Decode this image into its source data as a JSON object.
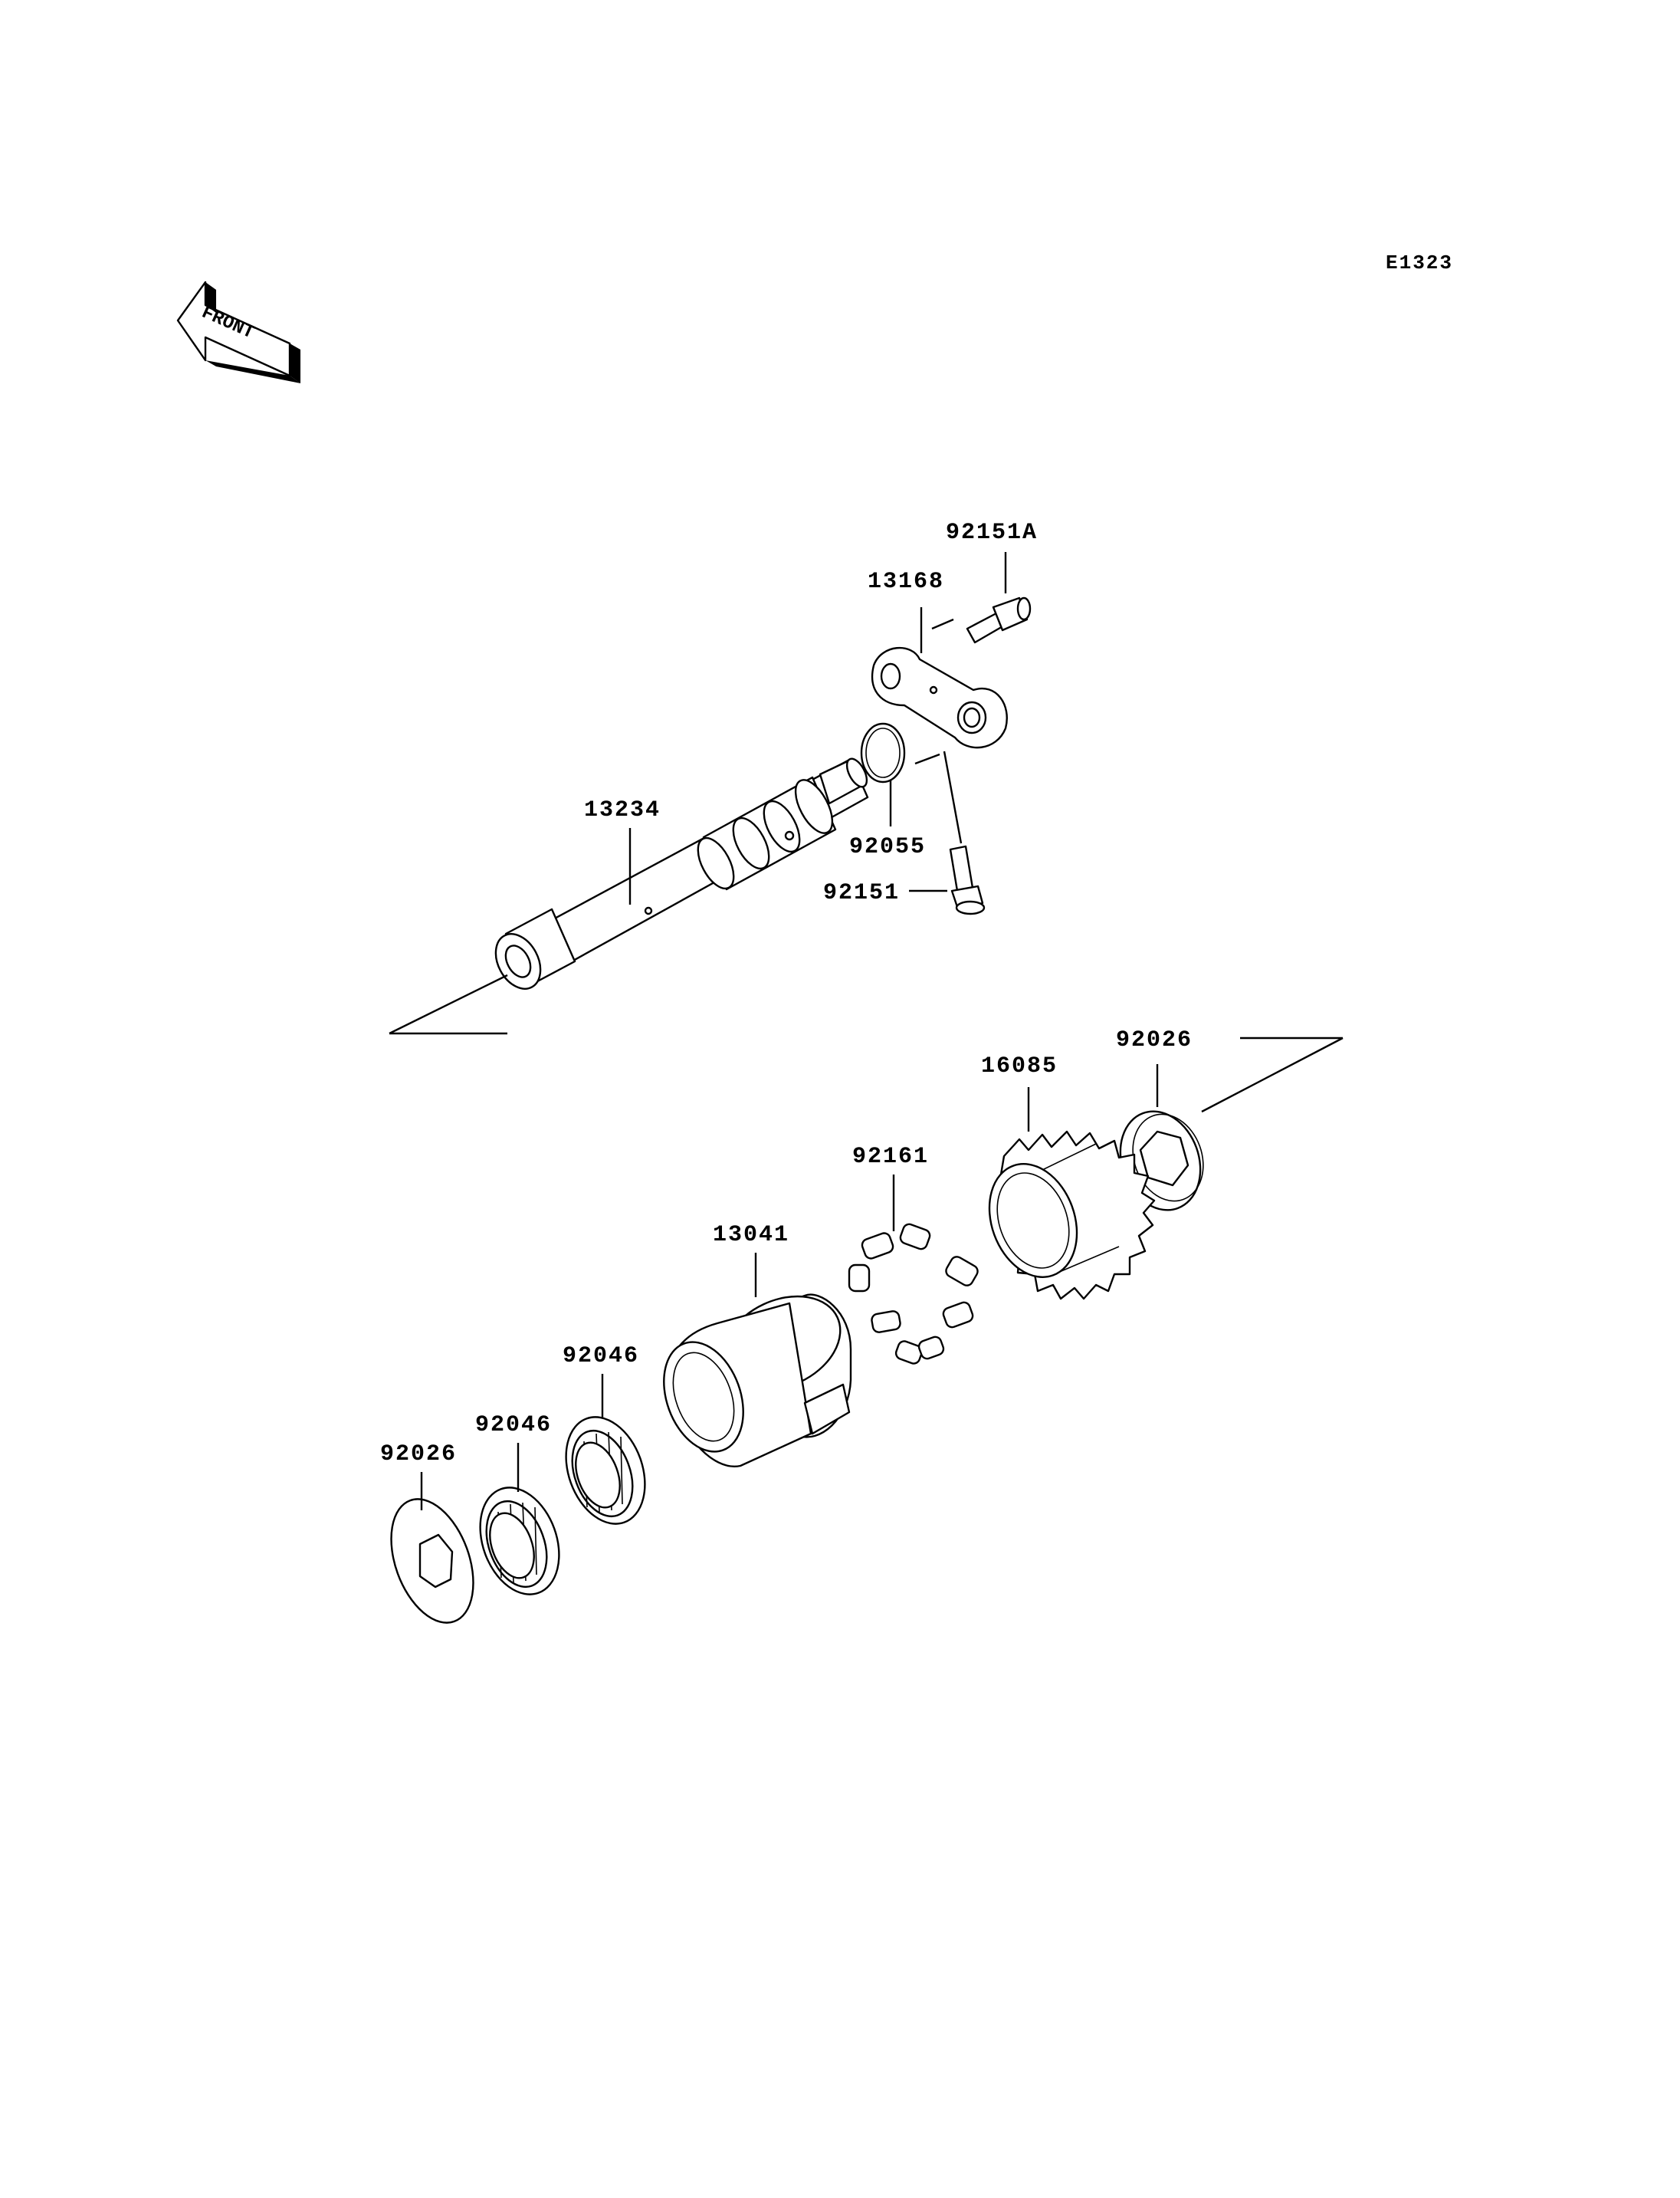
{
  "diagram": {
    "code": "E1323",
    "front_label": "FRONT",
    "parts": {
      "p92151A": "92151A",
      "p13168": "13168",
      "p13234": "13234",
      "p92055": "92055",
      "p92151": "92151",
      "p92026_right": "92026",
      "p16085": "16085",
      "p92161": "92161",
      "p13041": "13041",
      "p92046_upper": "92046",
      "p92046_lower": "92046",
      "p92026_left": "92026"
    }
  }
}
